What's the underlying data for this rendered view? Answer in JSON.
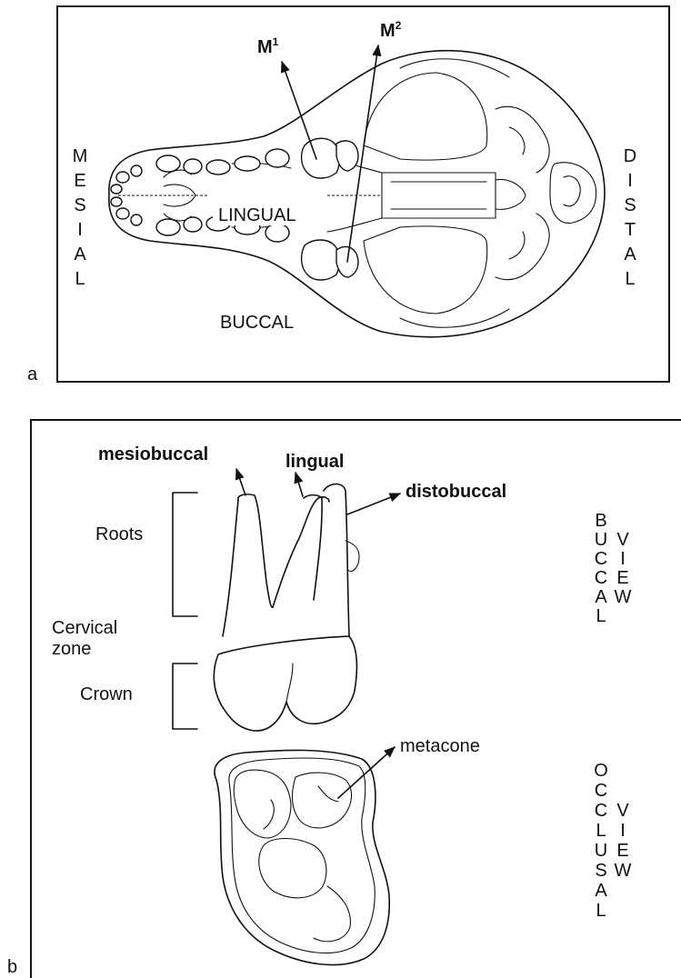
{
  "panel_a": {
    "letter": "a",
    "labels": {
      "m1": "M",
      "m1_sup": "1",
      "m2": "M",
      "m2_sup": "2",
      "lingual": "LINGUAL",
      "buccal": "BUCCAL"
    },
    "mesial_letters": [
      "M",
      "E",
      "S",
      "I",
      "A",
      "L"
    ],
    "distal_letters": [
      "D",
      "I",
      "S",
      "T",
      "A",
      "L"
    ]
  },
  "panel_b": {
    "letter": "b",
    "labels": {
      "mesiobuccal": "mesiobuccal",
      "lingual": "lingual",
      "distobuccal": "distobuccal",
      "roots": "Roots",
      "cervical": "Cervical",
      "zone": "zone",
      "crown": "Crown",
      "metacone": "metacone"
    },
    "buccal_col": [
      "B",
      "U",
      "C",
      "C",
      "A",
      "L"
    ],
    "buccal_view_col": [
      "V",
      "I",
      "E",
      "W"
    ],
    "occlusal_col": [
      "O",
      "C",
      "C",
      "L",
      "U",
      "S",
      "A",
      "L"
    ],
    "occlusal_view_col": [
      "V",
      "I",
      "E",
      "W"
    ]
  }
}
